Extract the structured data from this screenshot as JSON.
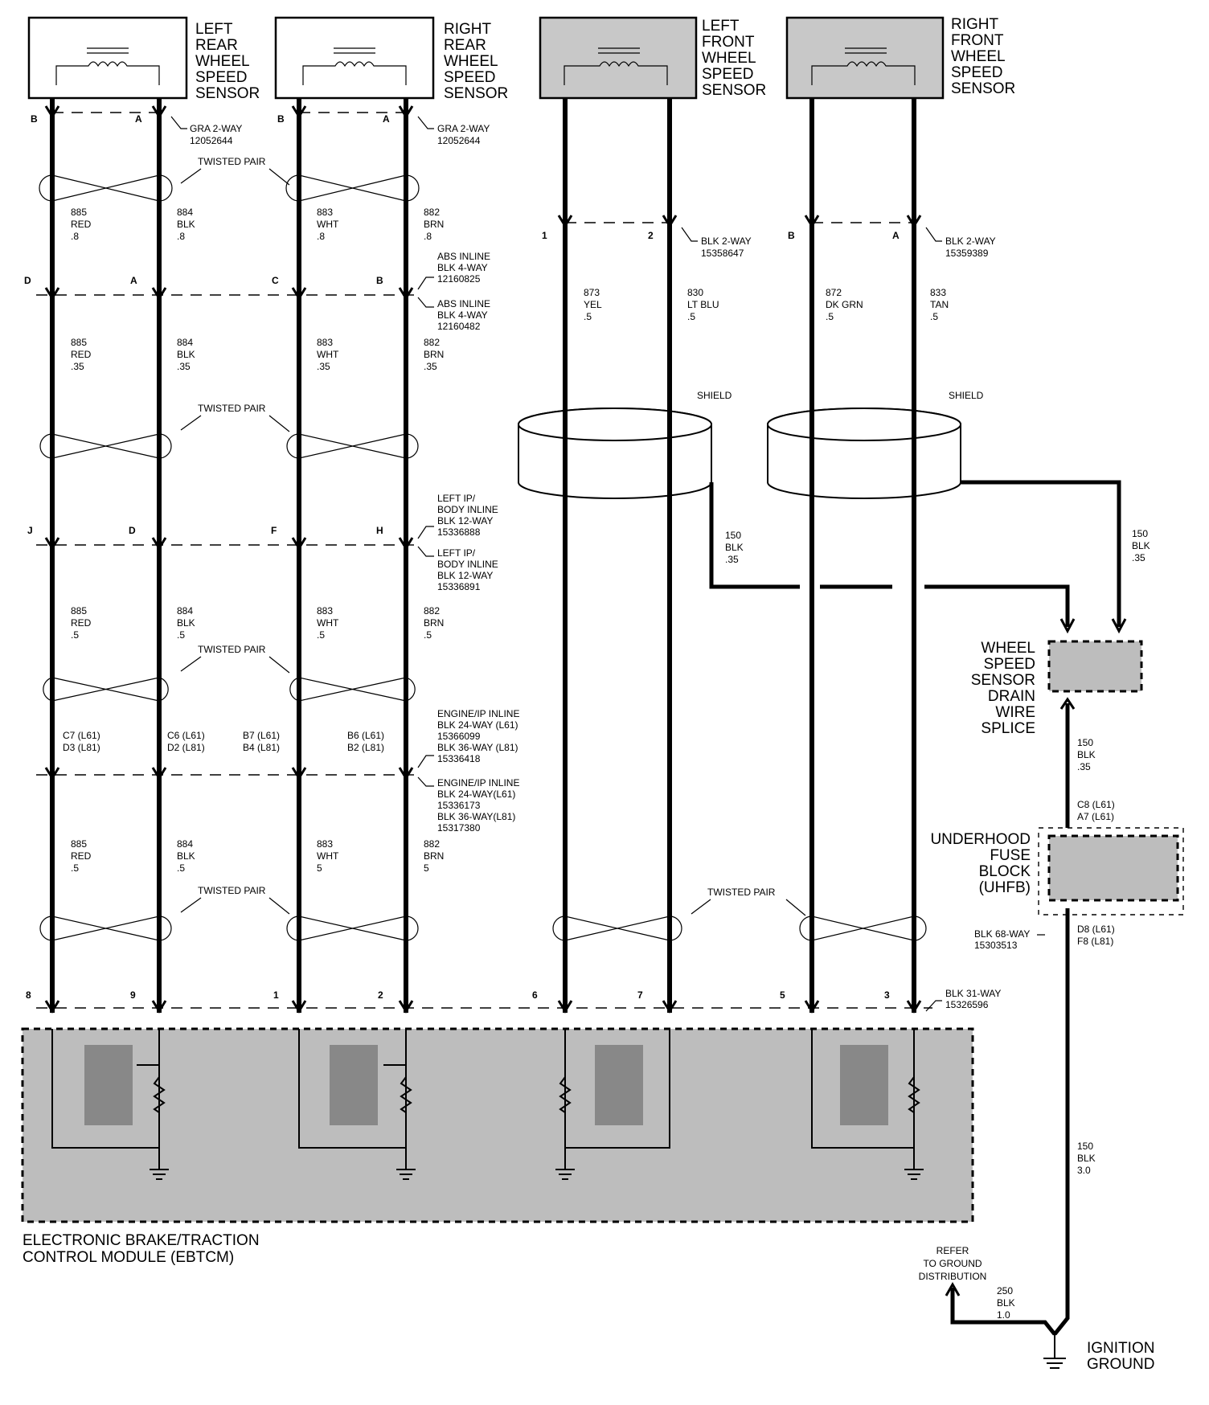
{
  "sensors": {
    "left_rear": [
      "LEFT",
      "REAR",
      "WHEEL",
      "SPEED",
      "SENSOR"
    ],
    "right_rear": [
      "RIGHT",
      "REAR",
      "WHEEL",
      "SPEED",
      "SENSOR"
    ],
    "left_front": [
      "LEFT",
      "FRONT",
      "WHEEL",
      "SPEED",
      "SENSOR"
    ],
    "right_front": [
      "RIGHT",
      "FRONT",
      "WHEEL",
      "SPEED",
      "SENSOR"
    ]
  },
  "connectors": {
    "gra_2way_left": [
      "GRA 2-WAY",
      "12052644"
    ],
    "gra_2way_right": [
      "GRA 2-WAY",
      "12052644"
    ],
    "blk_2way_lf": [
      "BLK 2-WAY",
      "15358647"
    ],
    "blk_2way_rf": [
      "BLK 2-WAY",
      "15359389"
    ],
    "abs_inline_top": [
      "ABS INLINE",
      "BLK 4-WAY",
      "12160825"
    ],
    "abs_inline_bottom": [
      "ABS INLINE",
      "BLK 4-WAY",
      "12160482"
    ],
    "left_ip_top": [
      "LEFT IP/",
      "BODY INLINE",
      "BLK 12-WAY",
      "15336888"
    ],
    "left_ip_bottom": [
      "LEFT IP/",
      "BODY INLINE",
      "BLK 12-WAY",
      "15336891"
    ],
    "engine_ip_top": [
      "ENGINE/IP INLINE",
      "BLK 24-WAY (L61)",
      "15366099",
      "BLK 36-WAY (L81)",
      "15336418"
    ],
    "engine_ip_bottom": [
      "ENGINE/IP INLINE",
      "BLK 24-WAY(L61)",
      "15336173",
      "BLK 36-WAY(L81)",
      "15317380"
    ],
    "blk_31way": [
      "BLK 31-WAY",
      "15326596"
    ],
    "blk_68way": [
      "BLK 68-WAY",
      "15303513"
    ]
  },
  "pins": {
    "sensor_rear": [
      "B",
      "A",
      "B",
      "A"
    ],
    "sensor_front": [
      "1",
      "2",
      "B",
      "A"
    ],
    "abs": [
      "D",
      "A",
      "C",
      "B"
    ],
    "ip": [
      "J",
      "D",
      "F",
      "H"
    ],
    "engine_ip": [
      [
        "C7 (L61)",
        "D3 (L81)"
      ],
      [
        "C6 (L61)",
        "D2 (L81)"
      ],
      [
        "B7 (L61)",
        "B4 (L81)"
      ],
      [
        "B6 (L61)",
        "B2 (L81)"
      ]
    ],
    "ebtcm": [
      "8",
      "9",
      "1",
      "2",
      "6",
      "7",
      "5",
      "3"
    ],
    "uhfb_top": [
      "C8 (L61)",
      "A7 (L61)"
    ],
    "uhfb_bottom": [
      "D8 (L61)",
      "F8 (L81)"
    ]
  },
  "wires": {
    "seg1": [
      [
        "885",
        "RED",
        ".8"
      ],
      [
        "884",
        "BLK",
        ".8"
      ],
      [
        "883",
        "WHT",
        ".8"
      ],
      [
        "882",
        "BRN",
        ".8"
      ]
    ],
    "seg2": [
      [
        "885",
        "RED",
        ".35"
      ],
      [
        "884",
        "BLK",
        ".35"
      ],
      [
        "883",
        "WHT",
        ".35"
      ],
      [
        "882",
        "BRN",
        ".35"
      ]
    ],
    "seg3": [
      [
        "885",
        "RED",
        ".5"
      ],
      [
        "884",
        "BLK",
        ".5"
      ],
      [
        "883",
        "WHT",
        ".5"
      ],
      [
        "882",
        "BRN",
        ".5"
      ]
    ],
    "seg4": [
      [
        "885",
        "RED",
        ".5"
      ],
      [
        "884",
        "BLK",
        ".5"
      ],
      [
        "883",
        "WHT",
        "5"
      ],
      [
        "882",
        "BRN",
        "5"
      ]
    ],
    "front": [
      [
        "873",
        "YEL",
        ".5"
      ],
      [
        "830",
        "LT BLU",
        ".5"
      ],
      [
        "872",
        "DK GRN",
        ".5"
      ],
      [
        "833",
        "TAN",
        ".5"
      ]
    ],
    "drain_left": [
      "150",
      "BLK",
      ".35"
    ],
    "drain_right": [
      "150",
      "BLK",
      ".35"
    ],
    "splice_to_uhfb": [
      "150",
      "BLK",
      ".35"
    ],
    "uhfb_to_ground": [
      "150",
      "BLK",
      "3.0"
    ],
    "ground_ref": [
      "250",
      "BLK",
      "1.0"
    ]
  },
  "labels": {
    "twisted_pair": "TWISTED PAIR",
    "shield": "SHIELD",
    "splice": [
      "WHEEL",
      "SPEED",
      "SENSOR",
      "DRAIN",
      "WIRE",
      "SPLICE"
    ],
    "uhfb": [
      "UNDERHOOD",
      "FUSE",
      "BLOCK",
      "(UHFB)"
    ],
    "ebtcm": [
      "ELECTRONIC BRAKE/TRACTION",
      "CONTROL MODULE (EBTCM)"
    ],
    "refer": [
      "REFER",
      "TO GROUND",
      "DISTRIBUTION"
    ],
    "ground": [
      "IGNITION",
      "GROUND"
    ]
  }
}
